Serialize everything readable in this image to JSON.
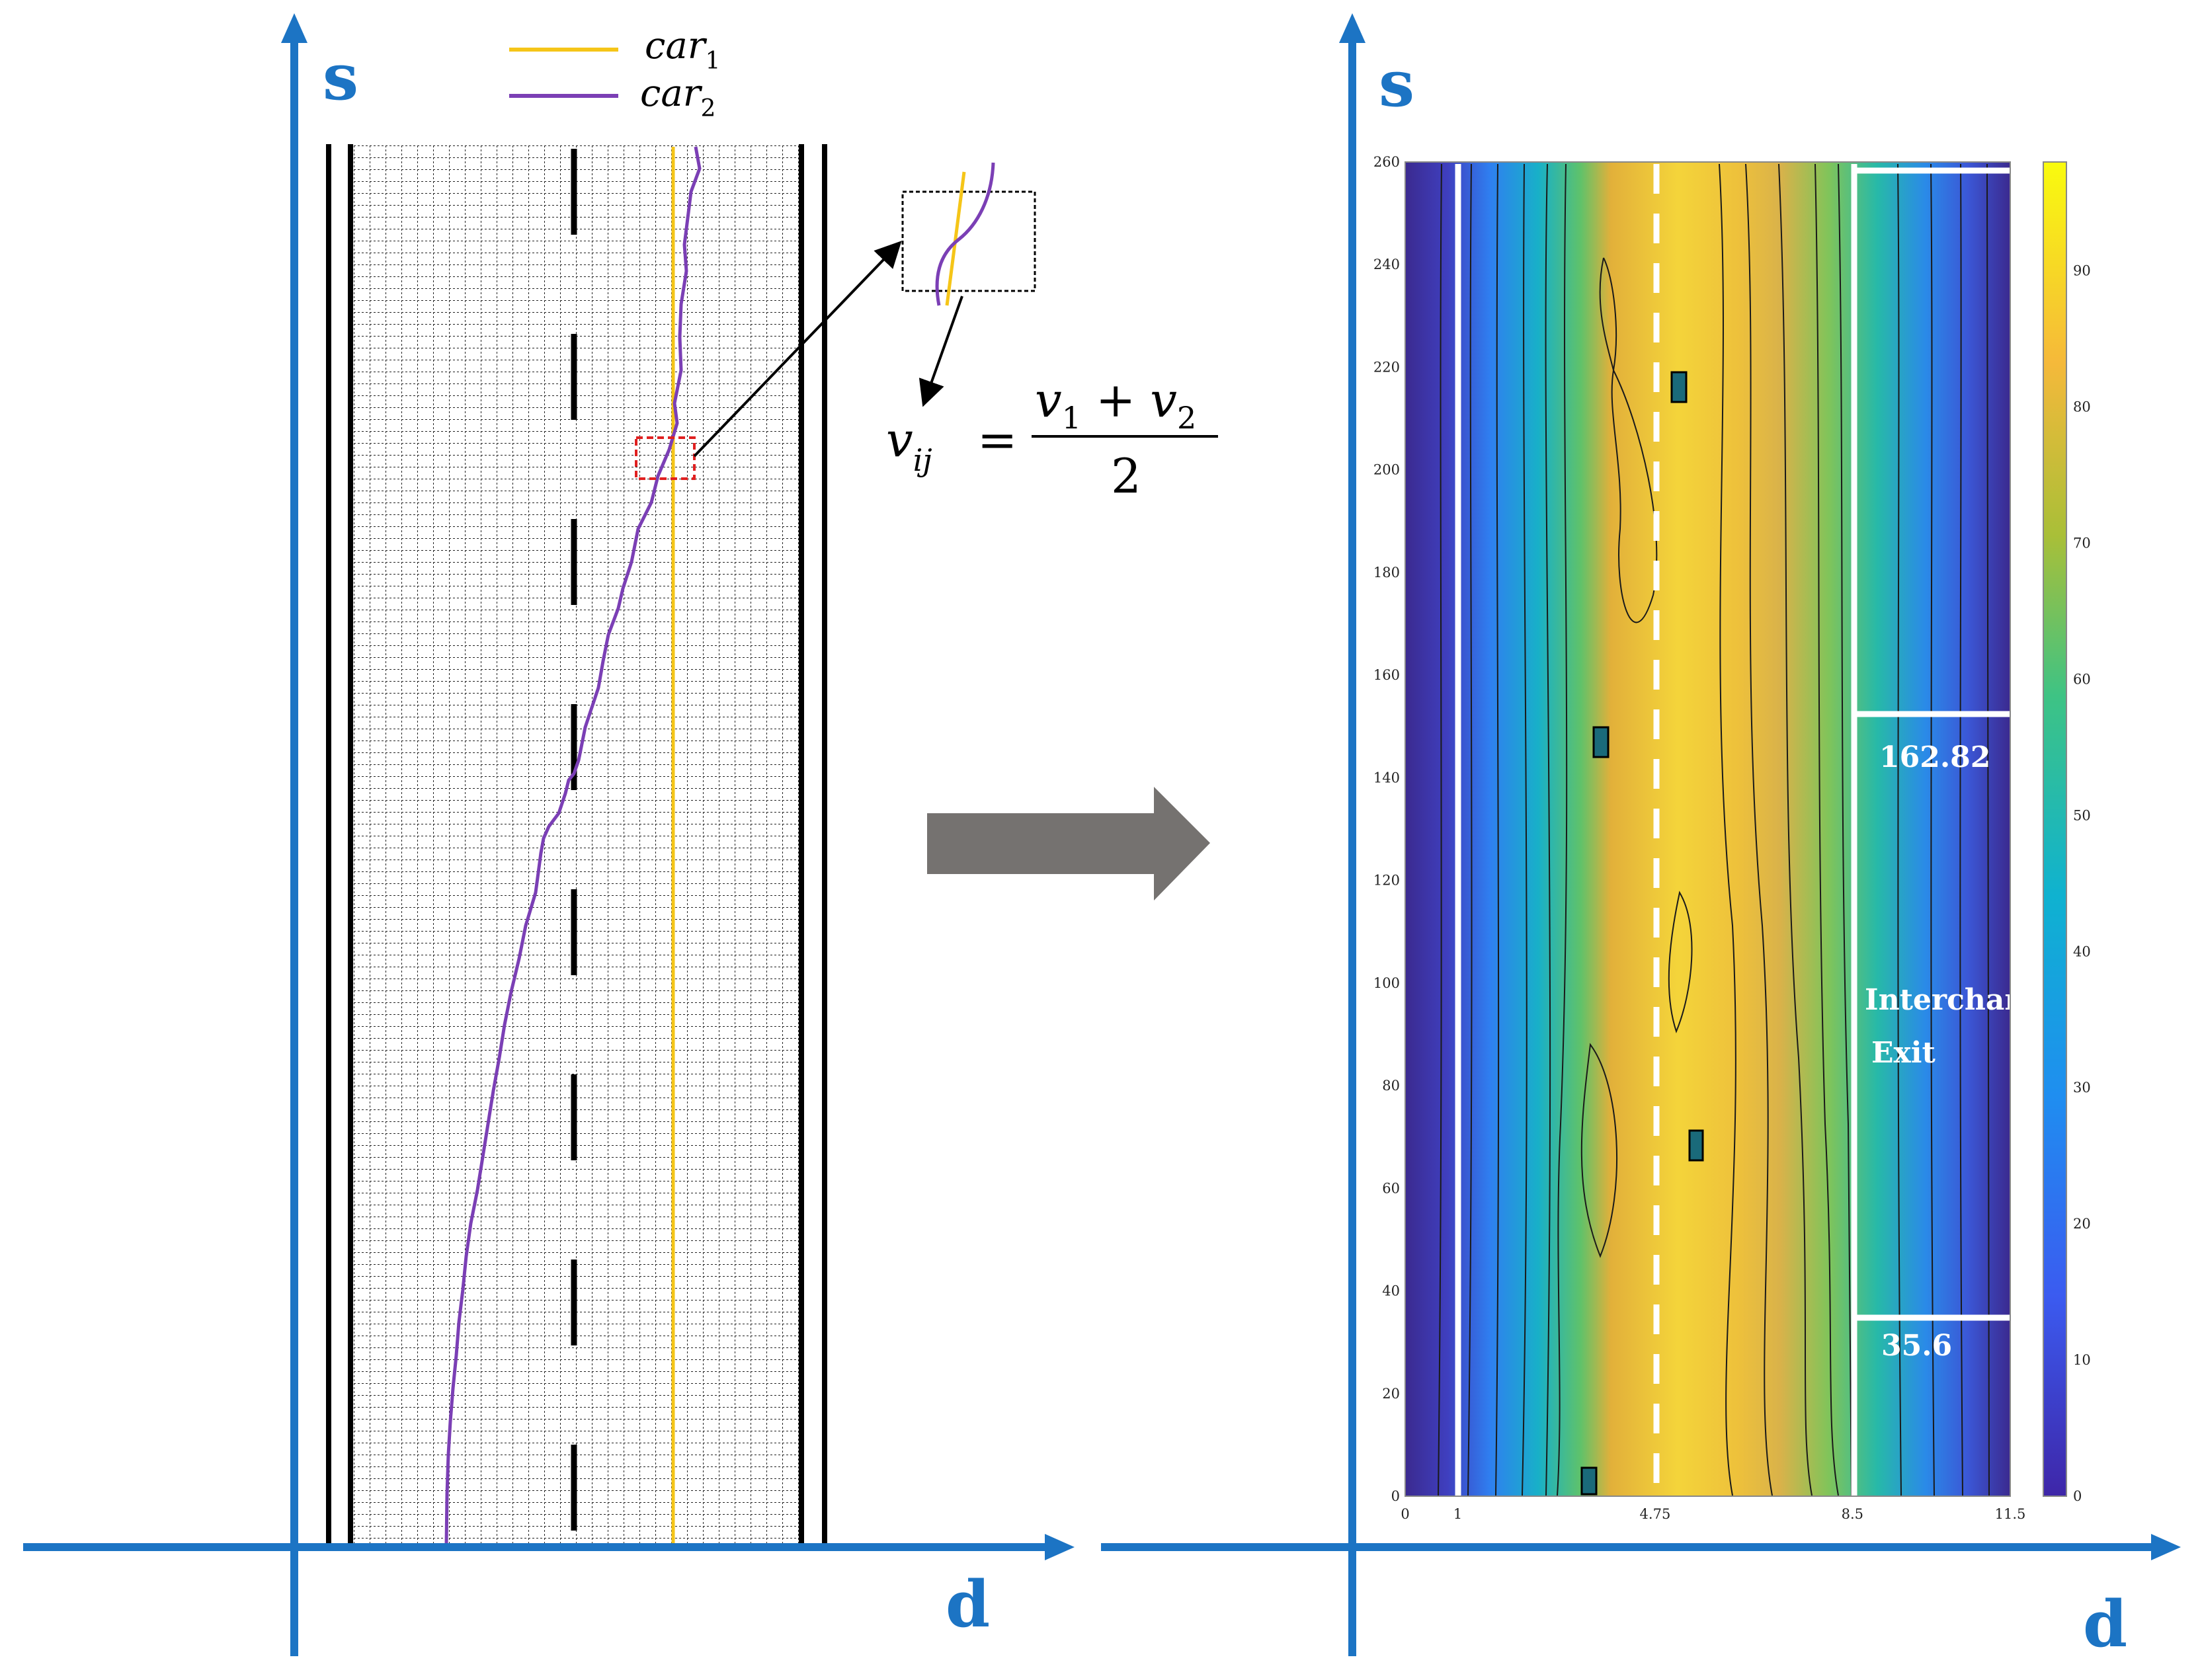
{
  "left_panel": {
    "axis_y_label": "s",
    "axis_x_label": "d",
    "legend": [
      {
        "label_base": "car",
        "label_sub": "1",
        "color": "#f5c518"
      },
      {
        "label_base": "car",
        "label_sub": "2",
        "color": "#7b3fb5"
      }
    ],
    "formula": {
      "lhs_base": "v",
      "lhs_sub": "ij",
      "eq": "=",
      "num_a": "v",
      "num_a_sub": "1",
      "plus": "+",
      "num_b": "v",
      "num_b_sub": "2",
      "den": "2"
    }
  },
  "right_panel": {
    "axis_y_label": "s",
    "axis_x_label": "d",
    "y_ticks": [
      "0",
      "20",
      "40",
      "60",
      "80",
      "100",
      "120",
      "140",
      "160",
      "180",
      "200",
      "220",
      "240",
      "260"
    ],
    "x_ticks": [
      "0",
      "1",
      "4.75",
      "8.5",
      "11.5"
    ],
    "colorbar_ticks": [
      "0",
      "10",
      "20",
      "30",
      "40",
      "50",
      "60",
      "70",
      "80",
      "90"
    ],
    "annotations": {
      "upper_value": "162.82",
      "lower_value": "35.6",
      "exit_line1": "Interchange",
      "exit_line2": "Exit"
    }
  },
  "colors": {
    "axis_blue": "#1c74c4",
    "arrow_gray": "#757270",
    "car1": "#f5c518",
    "car2": "#7b3fb5"
  }
}
